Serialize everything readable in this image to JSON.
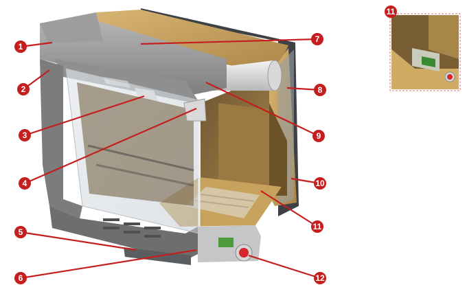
{
  "diagram": {
    "colors": {
      "callout": "#c41e1e",
      "frame": "#8c8c8c",
      "glass": "#cfd6dc",
      "insulation": "#c8a15a",
      "firebox": "#8a6c38",
      "steel_dark": "#555a5e"
    },
    "callouts": [
      {
        "number": "1"
      },
      {
        "number": "2"
      },
      {
        "number": "3"
      },
      {
        "number": "4"
      },
      {
        "number": "5"
      },
      {
        "number": "6"
      },
      {
        "number": "7"
      },
      {
        "number": "8"
      },
      {
        "number": "9"
      },
      {
        "number": "10"
      },
      {
        "number": "11"
      },
      {
        "number": "12"
      }
    ],
    "inset": {
      "number": "11"
    }
  }
}
